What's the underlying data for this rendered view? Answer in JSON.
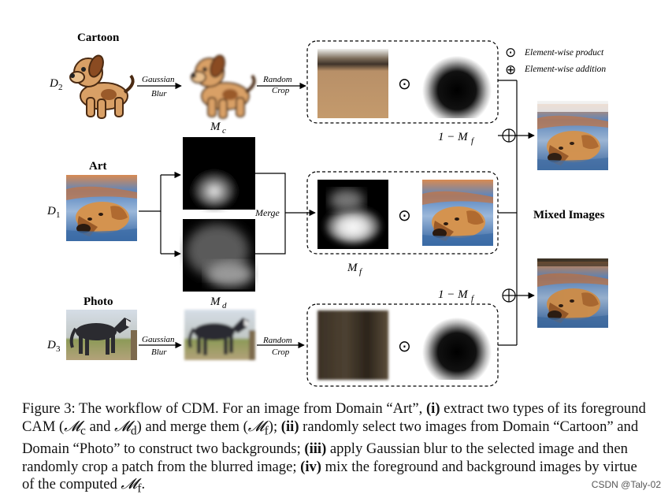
{
  "domains": {
    "cartoon": {
      "title": "Cartoon",
      "label": "D",
      "sub": "2"
    },
    "art": {
      "title": "Art",
      "label": "D",
      "sub": "1"
    },
    "photo": {
      "title": "Photo",
      "label": "D",
      "sub": "3"
    }
  },
  "ops": {
    "gaussian_1": "Gaussian",
    "blur_1": "Blur",
    "random_1": "Random",
    "crop_1": "Crop",
    "gaussian_2": "Gaussian",
    "blur_2": "Blur",
    "random_2": "Random",
    "crop_2": "Crop",
    "merge": "Merge"
  },
  "masks": {
    "mc_main": "M",
    "mc_sub": "c",
    "md_main": "M",
    "md_sub": "d",
    "mf_main": "M",
    "mf_sub": "f",
    "one_minus_top": "1 − M",
    "one_minus_top_sub": "f",
    "one_minus_bottom": "1 − M",
    "one_minus_bottom_sub": "f"
  },
  "legend": {
    "product": "Element-wise product",
    "addition": "Element-wise addition",
    "product_symbol": "⊙",
    "addition_symbol": "⊕"
  },
  "mixed_label": "Mixed Images",
  "caption": {
    "figure": "Figure 3:",
    "s1": " The workflow of CDM. For an image from Domain “Art”, ",
    "i": "(i)",
    "s2": " extract two types of its foreground CAM (",
    "mc": "𝓜",
    "mc_sub": "c",
    "s3": " and ",
    "md": "𝓜",
    "md_sub": "d",
    "s4": ") and merge them (",
    "mf1": "𝓜",
    "mf1_sub": "f",
    "s5": "); ",
    "ii": "(ii)",
    "s6": " randomly select two images from Domain “Cartoon” and Domain “Photo” to construct two backgrounds; ",
    "iii": "(iii)",
    "s7": " apply Gaussian blur to the selected image and then randomly crop a patch from the blurred image; ",
    "iv": "(iv)",
    "s8": " mix the foreground and background images by virtue of the computed ",
    "mf2": "𝓜",
    "mf2_sub": "f",
    "s9": "."
  },
  "watermark": "CSDN @Taly-02",
  "colors": {
    "dog_fur": "#d9a066",
    "dog_dark": "#8a4b22",
    "water": "#3b6fa8",
    "crop_brown": "#b98b5e",
    "horse": "#2a2a2e",
    "grass": "#8f9a5a",
    "sky": "#cfd9e4"
  }
}
